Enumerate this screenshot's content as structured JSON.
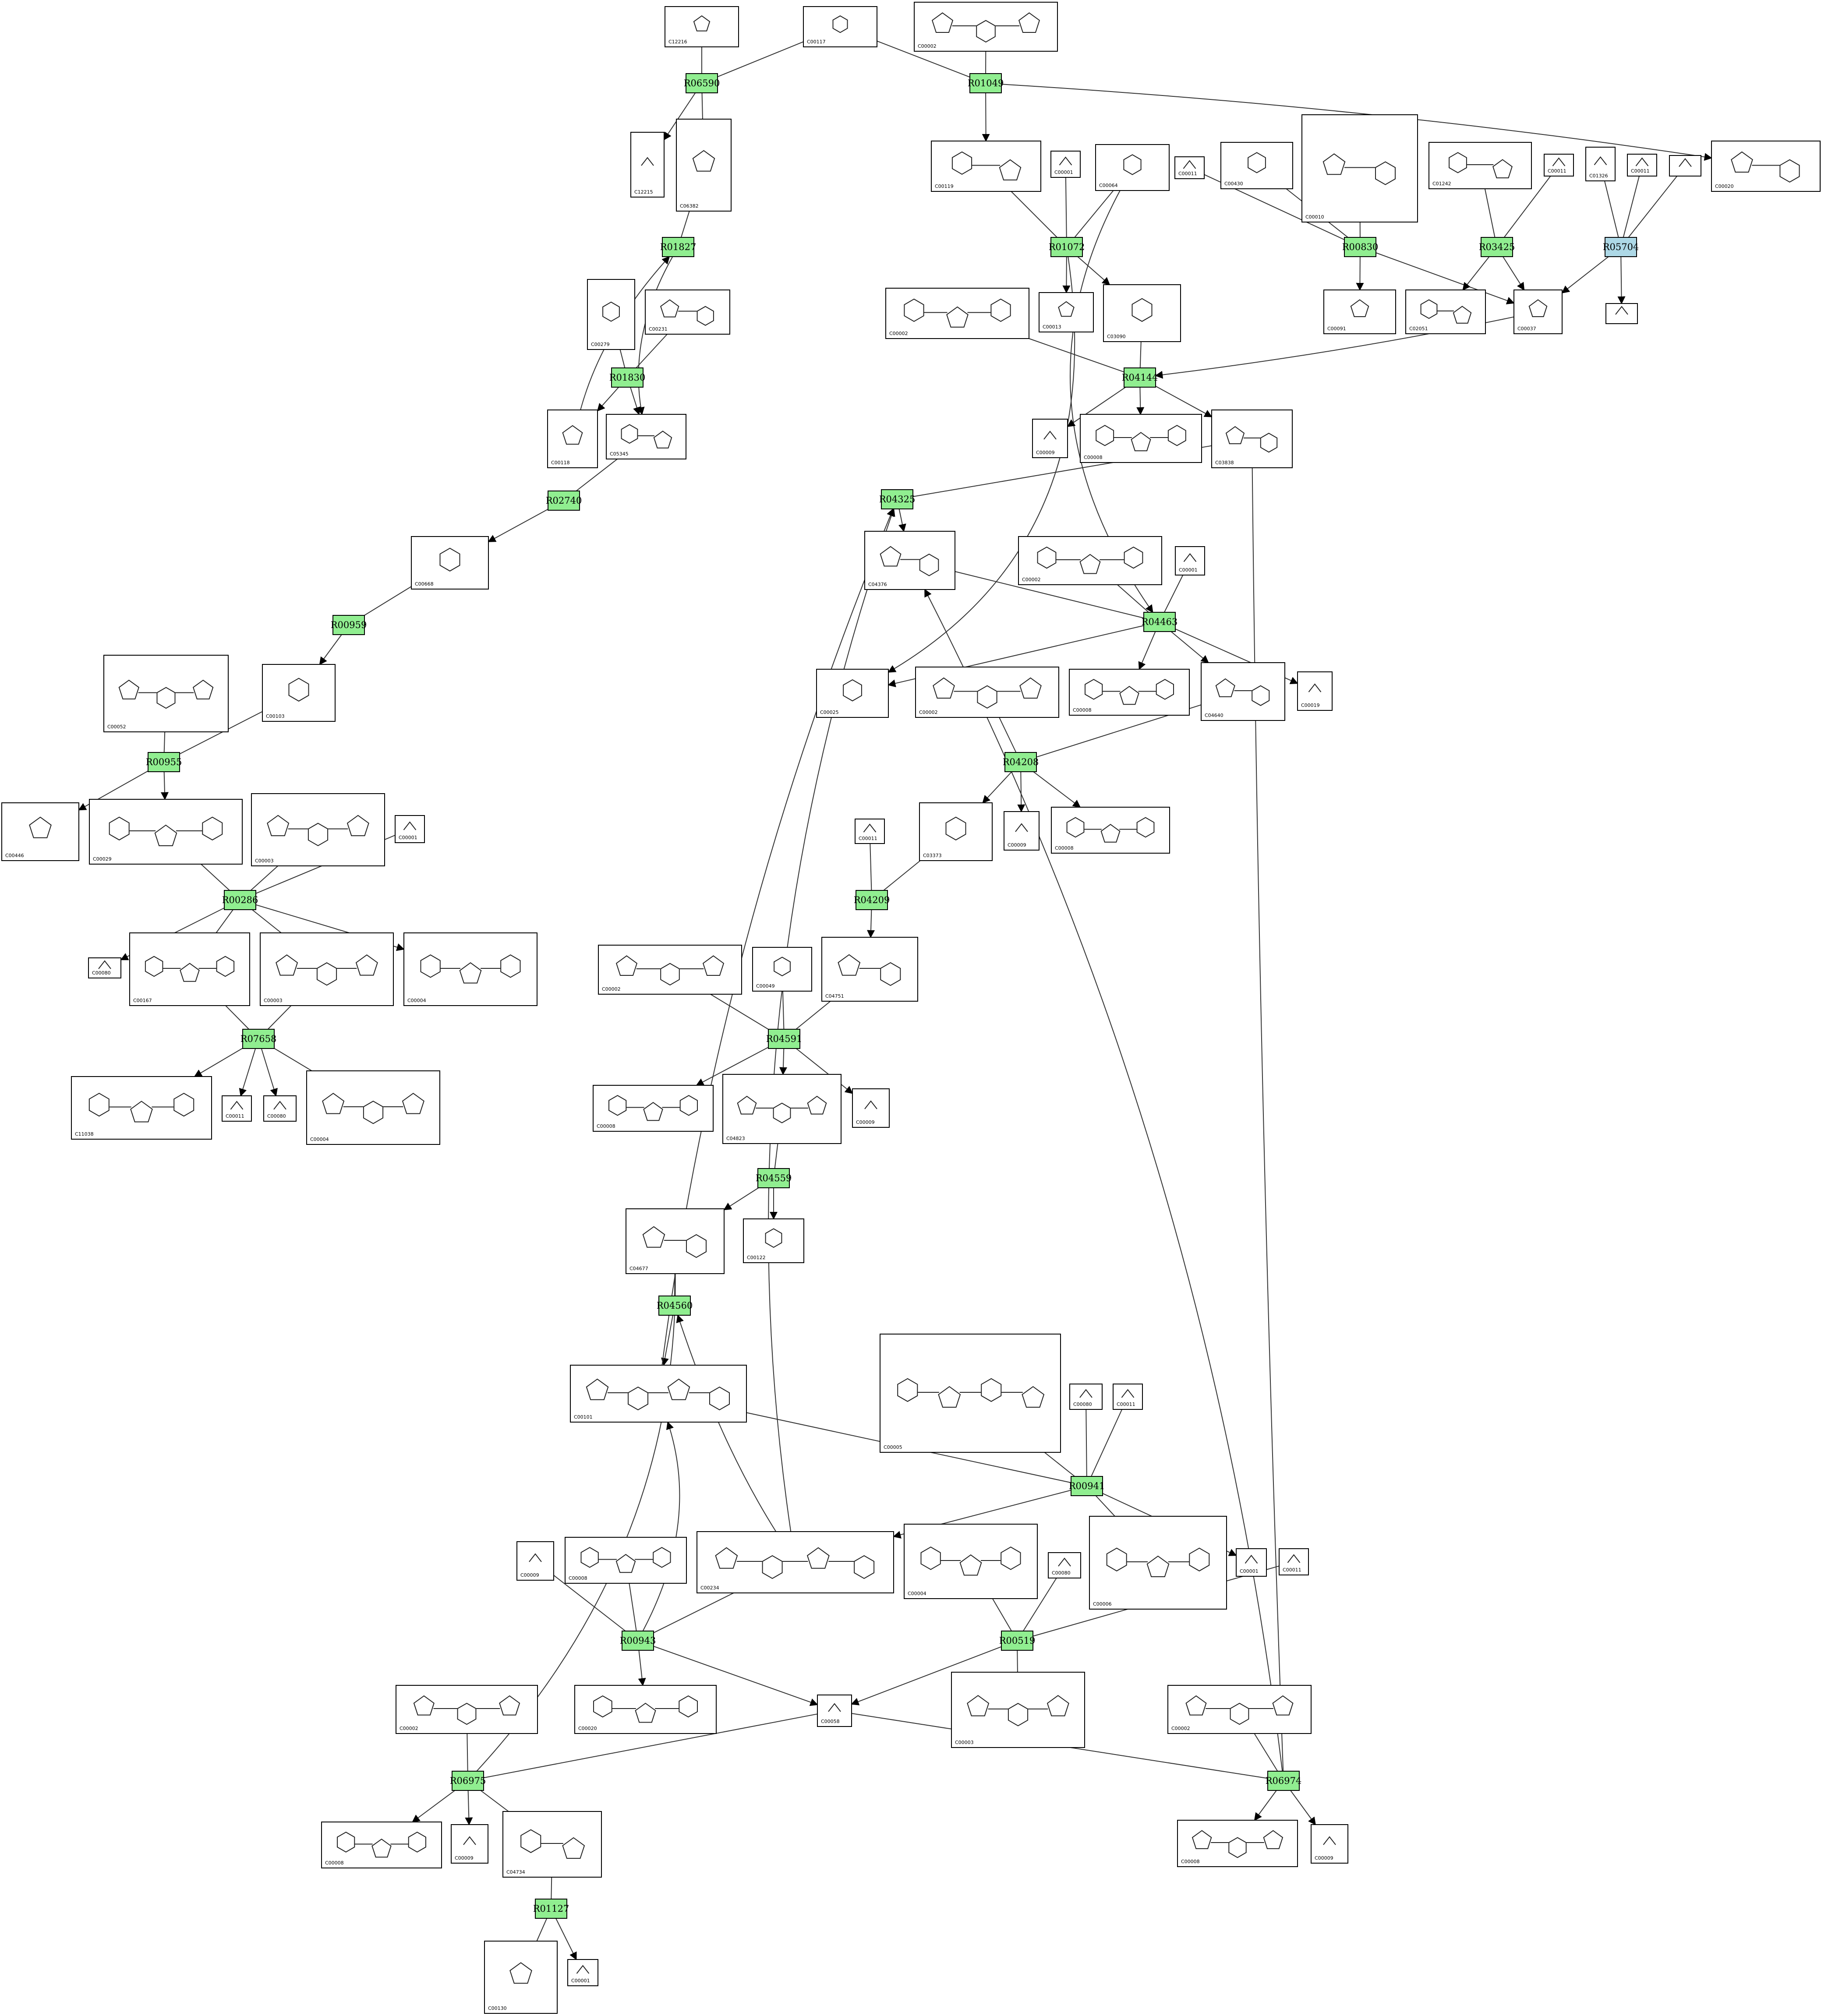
{
  "diagram": {
    "reactions": [
      {
        "id": "r06590",
        "label": "R06590"
      },
      {
        "id": "r01049",
        "label": "R01049"
      },
      {
        "id": "r01827",
        "label": "R01827"
      },
      {
        "id": "r01072",
        "label": "R01072"
      },
      {
        "id": "r00830",
        "label": "R00830"
      },
      {
        "id": "r03425",
        "label": "R03425"
      },
      {
        "id": "r05704",
        "label": "R05704",
        "color": "#add8e6"
      },
      {
        "id": "r01830",
        "label": "R01830"
      },
      {
        "id": "r04144",
        "label": "R04144"
      },
      {
        "id": "r02740",
        "label": "R02740"
      },
      {
        "id": "r04325",
        "label": "R04325"
      },
      {
        "id": "r04463",
        "label": "R04463"
      },
      {
        "id": "r00959",
        "label": "R00959"
      },
      {
        "id": "r00955",
        "label": "R00955"
      },
      {
        "id": "r04208",
        "label": "R04208"
      },
      {
        "id": "r04209",
        "label": "R04209"
      },
      {
        "id": "r00286",
        "label": "R00286"
      },
      {
        "id": "r07658",
        "label": "R07658"
      },
      {
        "id": "r04591",
        "label": "R04591"
      },
      {
        "id": "r04559",
        "label": "R04559"
      },
      {
        "id": "r04560",
        "label": "R04560"
      },
      {
        "id": "r00941",
        "label": "R00941"
      },
      {
        "id": "r00943",
        "label": "R00943"
      },
      {
        "id": "r00519",
        "label": "R00519"
      },
      {
        "id": "r06975",
        "label": "R06975"
      },
      {
        "id": "r06974",
        "label": "R06974"
      },
      {
        "id": "r01127",
        "label": "R01127"
      }
    ],
    "compounds": [
      {
        "id": "c12216",
        "label": "C12216"
      },
      {
        "id": "c00117",
        "label": "C00117"
      },
      {
        "id": "c00002a",
        "label": "C00002"
      },
      {
        "id": "c12215",
        "label": "C12215"
      },
      {
        "id": "c06382",
        "label": "C06382"
      },
      {
        "id": "c00119",
        "label": "C00119"
      },
      {
        "id": "c00001a",
        "label": "C00001"
      },
      {
        "id": "c00064",
        "label": "C00064"
      },
      {
        "id": "c00011a",
        "label": "C00011"
      },
      {
        "id": "c00430",
        "label": "C00430"
      },
      {
        "id": "c00010",
        "label": "C00010"
      },
      {
        "id": "c01242",
        "label": "C01242"
      },
      {
        "id": "c00011b",
        "label": "C00011"
      },
      {
        "id": "c01326",
        "label": "C01326"
      },
      {
        "id": "c00011c",
        "label": "C00011"
      },
      {
        "id": "unk1",
        "label": ""
      },
      {
        "id": "c00020a",
        "label": "C00020"
      },
      {
        "id": "c00279",
        "label": "C00279"
      },
      {
        "id": "c00231",
        "label": "C00231"
      },
      {
        "id": "c00002b",
        "label": "C00002"
      },
      {
        "id": "c00013",
        "label": "C00013"
      },
      {
        "id": "c03090",
        "label": "C03090"
      },
      {
        "id": "c00091",
        "label": "C00091"
      },
      {
        "id": "c02051",
        "label": "C02051"
      },
      {
        "id": "c00037",
        "label": "C00037"
      },
      {
        "id": "unk2",
        "label": ""
      },
      {
        "id": "c00118",
        "label": "C00118"
      },
      {
        "id": "c05345",
        "label": "C05345"
      },
      {
        "id": "c00009a",
        "label": "C00009"
      },
      {
        "id": "c00008a",
        "label": "C00008"
      },
      {
        "id": "c03838",
        "label": "C03838"
      },
      {
        "id": "c00668",
        "label": "C00668"
      },
      {
        "id": "c04376",
        "label": "C04376"
      },
      {
        "id": "c00002c",
        "label": "C00002"
      },
      {
        "id": "c00001b",
        "label": "C00001"
      },
      {
        "id": "c00103",
        "label": "C00103"
      },
      {
        "id": "c00052",
        "label": "C00052"
      },
      {
        "id": "c00025",
        "label": "C00025"
      },
      {
        "id": "c00002d",
        "label": "C00002"
      },
      {
        "id": "c00008b",
        "label": "C00008"
      },
      {
        "id": "c04640",
        "label": "C04640"
      },
      {
        "id": "c00019",
        "label": "C00019"
      },
      {
        "id": "c00446",
        "label": "C00446"
      },
      {
        "id": "c00029",
        "label": "C00029"
      },
      {
        "id": "c00003a",
        "label": "C00003"
      },
      {
        "id": "c00001c",
        "label": "C00001"
      },
      {
        "id": "c00011d",
        "label": "C00011"
      },
      {
        "id": "c03373",
        "label": "C03373"
      },
      {
        "id": "c00009b",
        "label": "C00009"
      },
      {
        "id": "c00008c",
        "label": "C00008"
      },
      {
        "id": "c00080a",
        "label": "C00080"
      },
      {
        "id": "c00167",
        "label": "C00167"
      },
      {
        "id": "c00003b",
        "label": "C00003"
      },
      {
        "id": "c00004a",
        "label": "C00004"
      },
      {
        "id": "c00002e",
        "label": "C00002"
      },
      {
        "id": "c00049",
        "label": "C00049"
      },
      {
        "id": "c04751",
        "label": "C04751"
      },
      {
        "id": "c11038",
        "label": "C11038"
      },
      {
        "id": "c00011e",
        "label": "C00011"
      },
      {
        "id": "c00080b",
        "label": "C00080"
      },
      {
        "id": "c00004b",
        "label": "C00004"
      },
      {
        "id": "c00008d",
        "label": "C00008"
      },
      {
        "id": "c04823",
        "label": "C04823"
      },
      {
        "id": "c00009c",
        "label": "C00009"
      },
      {
        "id": "c04677",
        "label": "C04677"
      },
      {
        "id": "c00122",
        "label": "C00122"
      },
      {
        "id": "c00101",
        "label": "C00101"
      },
      {
        "id": "c00005",
        "label": "C00005"
      },
      {
        "id": "c00080c",
        "label": "C00080"
      },
      {
        "id": "c00011f",
        "label": "C00011"
      },
      {
        "id": "c00009d",
        "label": "C00009"
      },
      {
        "id": "c00008e",
        "label": "C00008"
      },
      {
        "id": "c00234",
        "label": "C00234"
      },
      {
        "id": "c00004c",
        "label": "C00004"
      },
      {
        "id": "c00080d",
        "label": "C00080"
      },
      {
        "id": "c00006",
        "label": "C00006"
      },
      {
        "id": "c00001d",
        "label": "C00001"
      },
      {
        "id": "c00011g",
        "label": "C00011"
      },
      {
        "id": "c00002f",
        "label": "C00002"
      },
      {
        "id": "c00020b",
        "label": "C00020"
      },
      {
        "id": "c00003c",
        "label": "C00003"
      },
      {
        "id": "c00058",
        "label": "C00058"
      },
      {
        "id": "c00002g",
        "label": "C00002"
      },
      {
        "id": "c00008f",
        "label": "C00008"
      },
      {
        "id": "c00009e",
        "label": "C00009"
      },
      {
        "id": "c04734",
        "label": "C04734"
      },
      {
        "id": "c00008g",
        "label": "C00008"
      },
      {
        "id": "c00009f",
        "label": "C00009"
      },
      {
        "id": "c00130",
        "label": "C00130"
      },
      {
        "id": "c00001e",
        "label": "C00001"
      }
    ]
  }
}
